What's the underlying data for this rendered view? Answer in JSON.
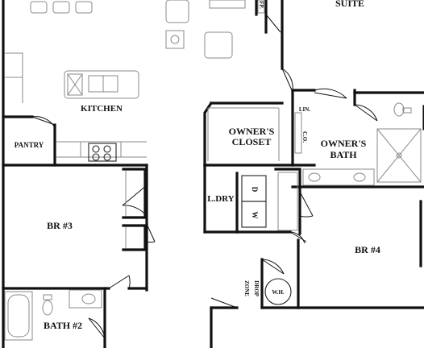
{
  "rooms": {
    "suite": "SUITE",
    "kitchen": "KITCHEN",
    "pantry": "PANTRY",
    "br3": "BR #3",
    "bath2": "BATH #2",
    "owners_closet_line1": "OWNER'S",
    "owners_closet_line2": "CLOSET",
    "owners_bath_line1": "OWNER'S",
    "owners_bath_line2": "BATH",
    "laundry": "L.DRY",
    "dryer": "D",
    "washer": "W",
    "linen": "LIN.",
    "coat_closet": "C.O.",
    "br4": "BR #4",
    "drop_zone_line1": "DROP",
    "drop_zone_line2": "ZONE",
    "water_heater": "W.H.",
    "fireplace": "FP."
  }
}
